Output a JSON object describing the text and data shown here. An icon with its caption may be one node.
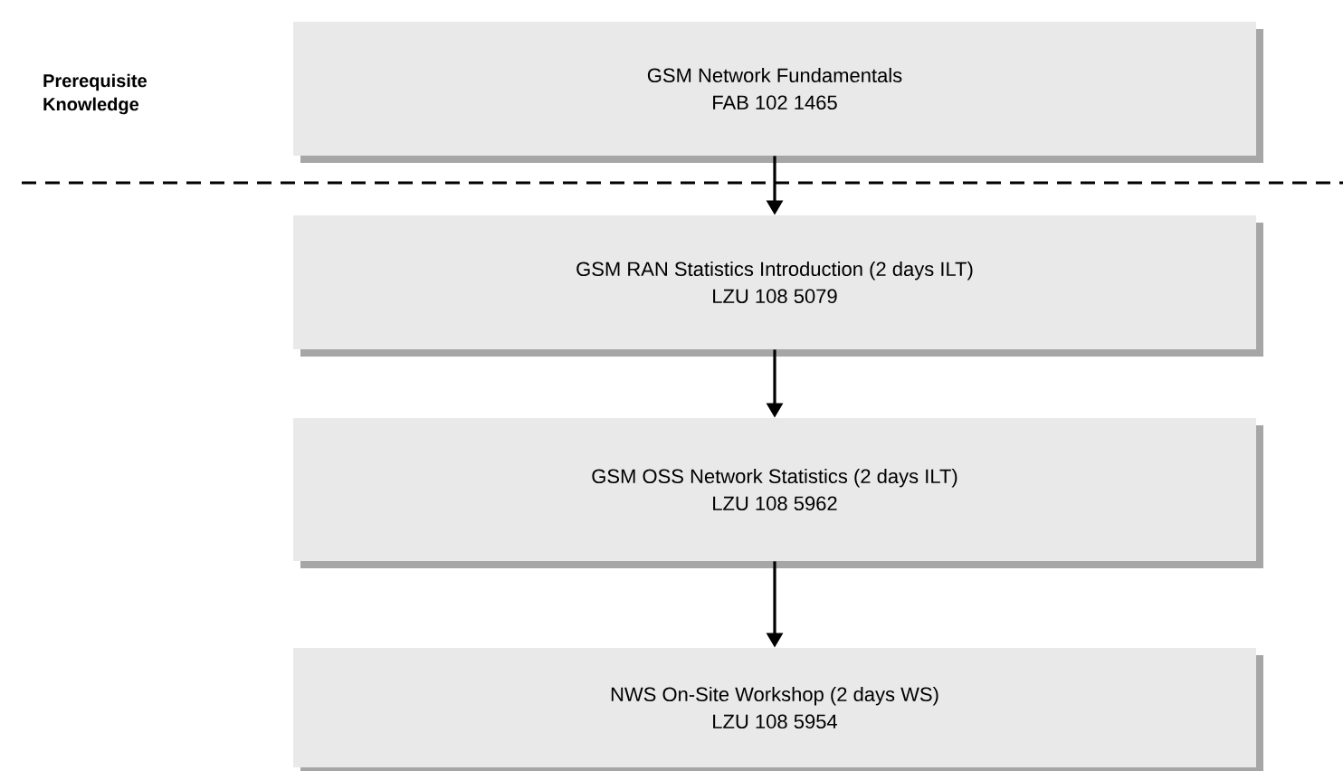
{
  "diagram": {
    "nodes": [
      {
        "text": [
          "GSM Network Fundamentals",
          "FAB 102 1465"
        ]
      },
      {
        "text": [
          "GSM RAN Statistics Introduction (2 days ILT)",
          "LZU 108 5079"
        ]
      },
      {
        "text": [
          "GSM OSS Network Statistics (2 days ILT)",
          "LZU 108 5962"
        ]
      },
      {
        "text": [
          "NWS On-Site Workshop (2 days WS)",
          "LZU 108 5954"
        ]
      }
    ],
    "edges": [
      {
        "from": 0,
        "to": 1,
        "arrow": "to"
      },
      {
        "from": 1,
        "to": 2,
        "arrow": "to"
      },
      {
        "from": 2,
        "to": 3,
        "arrow": "to"
      }
    ],
    "labels": [
      "Prerequisite Knowledge"
    ]
  }
}
